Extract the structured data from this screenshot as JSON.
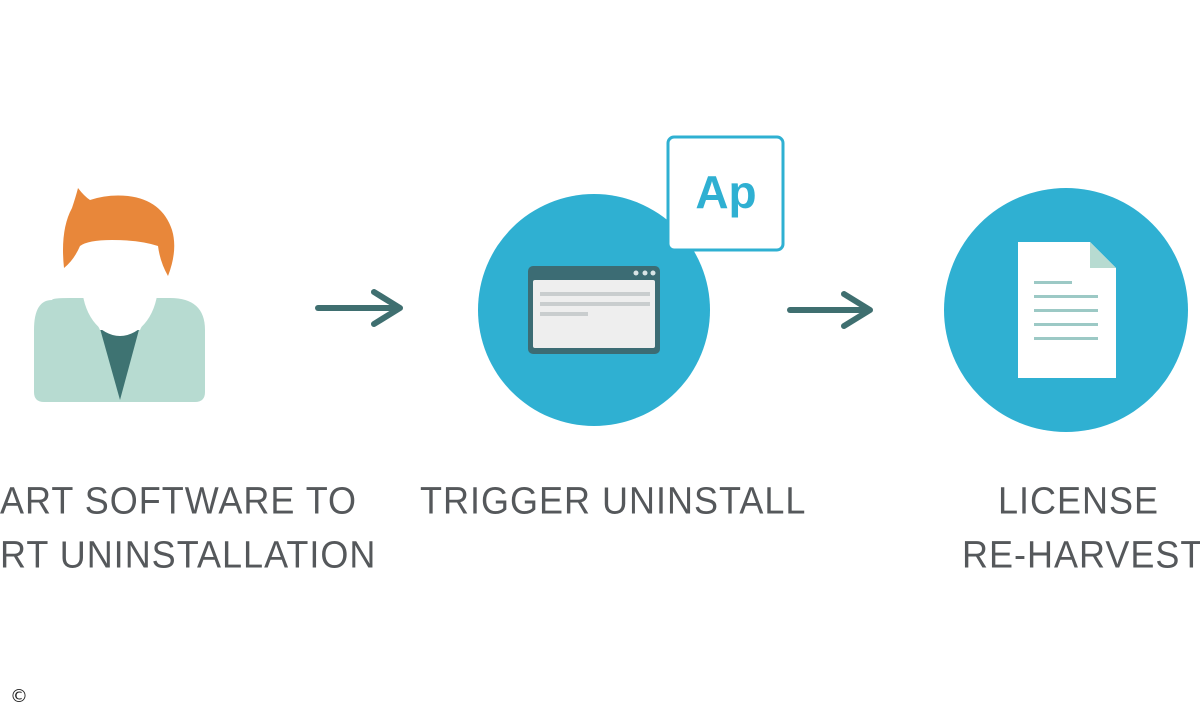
{
  "steps": [
    {
      "label_line1": "ART SOFTWARE TO",
      "label_line2": "RT UNINSTALLATION"
    },
    {
      "label_line1": "TRIGGER UNINSTALL",
      "badge_text": "Ap"
    },
    {
      "label_line1": "LICENSE",
      "label_line2": "RE-HARVEST"
    }
  ],
  "icons": [
    "user-icon",
    "browser-window-icon",
    "document-icon",
    "arrow-right-icon"
  ],
  "colors": {
    "accent_blue": "#2fb0d2",
    "arrow": "#3f6f70",
    "hair": "#e8873a",
    "shirt": "#b7dbd1",
    "tie": "#3e7372",
    "label_text": "#55585b"
  },
  "copyright": "©"
}
